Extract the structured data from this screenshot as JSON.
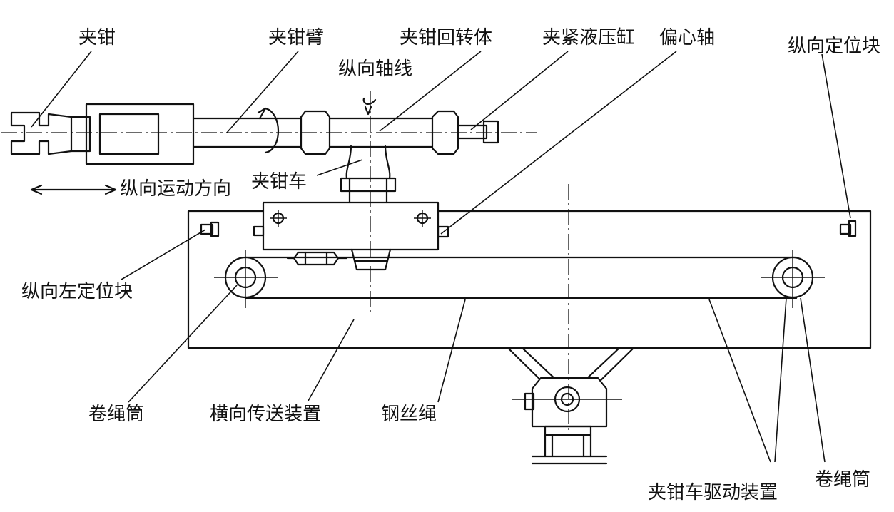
{
  "labels": {
    "clamp": "夹钳",
    "clamp_arm": "夹钳臂",
    "clamp_rotary_body": "夹钳回转体",
    "clamping_cylinder": "夹紧液压缸",
    "eccentric_shaft": "偏心轴",
    "longitudinal_locator": "纵向定位块",
    "longitudinal_axis": "纵向轴线",
    "clamp_car": "夹钳车",
    "longitudinal_motion_direction": "纵向运动方向",
    "longitudinal_left_locator": "纵向左定位块",
    "drum_left": "卷绳筒",
    "transverse_transfer_device": "横向传送装置",
    "wire_rope": "钢丝绳",
    "clamp_car_drive": "夹钳车驱动装置",
    "drum_right": "卷绳筒"
  }
}
